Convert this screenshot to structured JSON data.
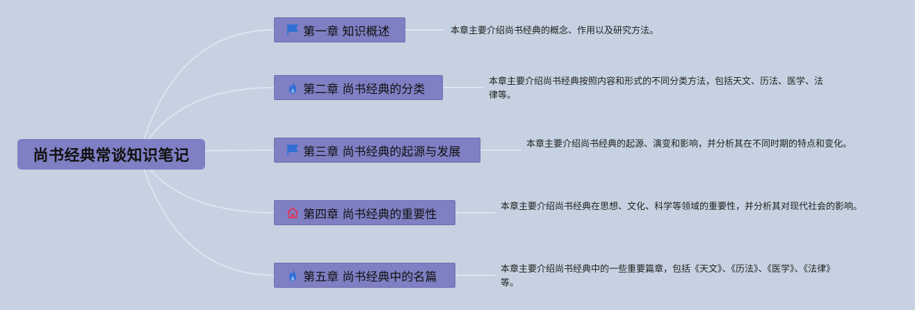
{
  "root": {
    "title": "尚书经典常谈知识笔记"
  },
  "chapters": [
    {
      "label": "第一章 知识概述",
      "icon": "flag-icon",
      "desc": "本章主要介绍尚书经典的概念、作用以及研究方法。"
    },
    {
      "label": "第二章 尚书经典的分类",
      "icon": "fire-icon",
      "desc": "本章主要介绍尚书经典按照内容和形式的不同分类方法，包括天文、历法、医学、法律等。"
    },
    {
      "label": "第三章 尚书经典的起源与发展",
      "icon": "flag-icon",
      "desc": "本章主要介绍尚书经典的起源、演变和影响，并分析其在不同时期的特点和变化。"
    },
    {
      "label": "第四章 尚书经典的重要性",
      "icon": "home-icon",
      "desc": "本章主要介绍尚书经典在思想、文化、科学等领域的重要性，并分析其对现代社会的影响。"
    },
    {
      "label": "第五章 尚书经典中的名篇",
      "icon": "fire-icon",
      "desc": "本章主要介绍尚书经典中的一些重要篇章，包括《天文》、《历法》、《医学》、《法律》等。"
    }
  ],
  "colors": {
    "background": "#c6d2e1",
    "node_fill": "#7f7fc4",
    "connector": "#dde5ef",
    "flag_icon": "#2f6fd6",
    "fire_icon": "#2f6fd6",
    "home_icon": "#d83a5a"
  }
}
